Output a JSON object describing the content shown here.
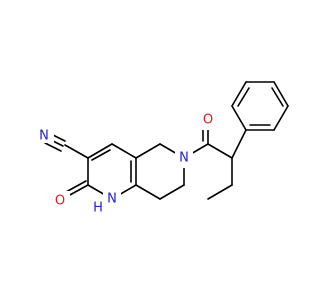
{
  "molecule": {
    "atoms": {
      "nitrile_n": {
        "label": "N",
        "color": "#1f1fd6"
      },
      "carbonyl_o_left": {
        "label": "O",
        "color": "#e01b1b"
      },
      "ring_nh": {
        "label": "N",
        "color": "#1f1fd6"
      },
      "ring_nh_h": {
        "label": "H",
        "color": "#1f1fd6"
      },
      "amide_n": {
        "label": "N",
        "color": "#1f1fd6"
      },
      "carbonyl_o_right": {
        "label": "O",
        "color": "#e01b1b"
      }
    }
  }
}
